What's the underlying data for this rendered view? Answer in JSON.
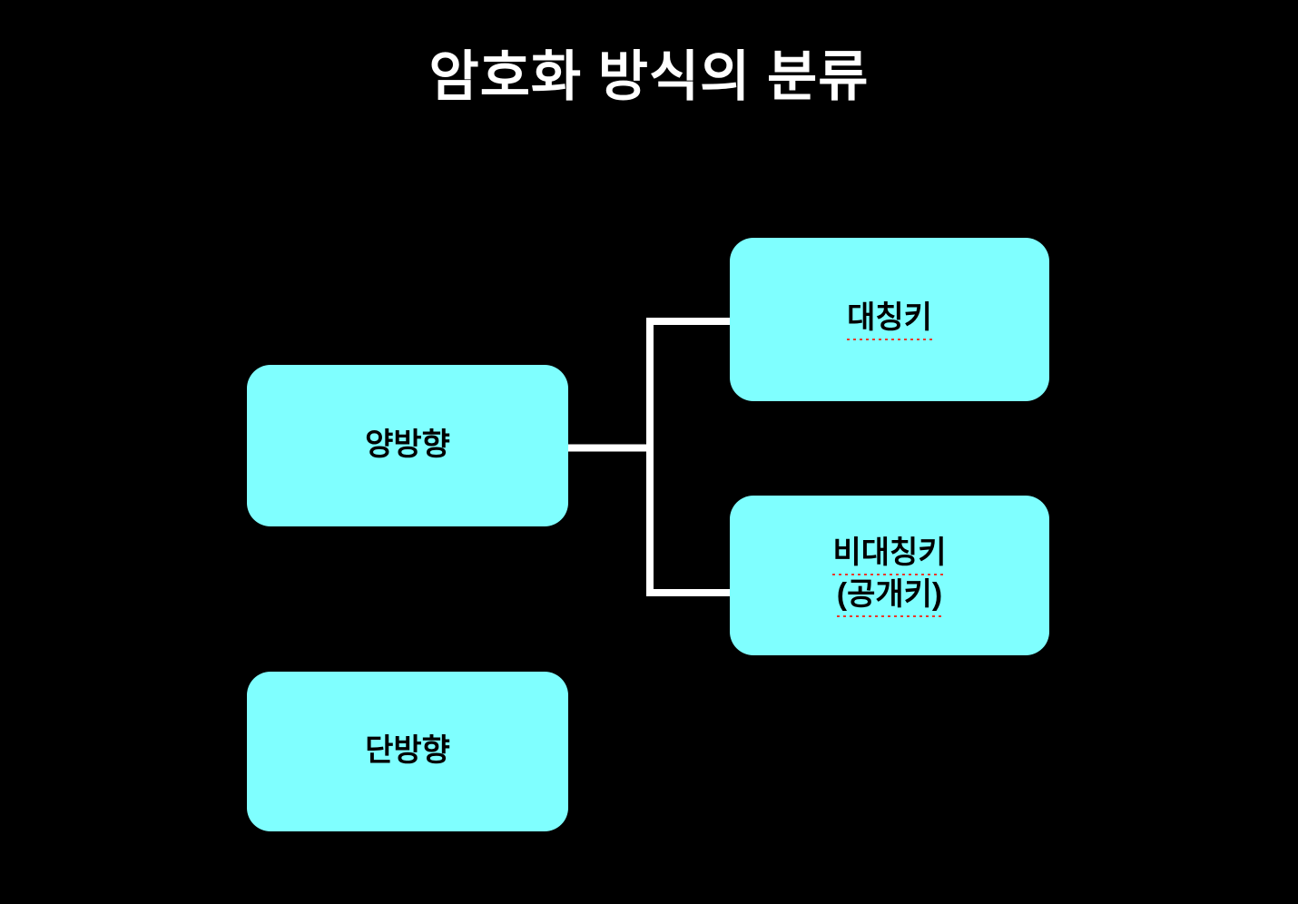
{
  "slide": {
    "title": "암호화 방식의 분류",
    "background_color": "#000000",
    "title_color": "#ffffff",
    "node_fill_color": "#7FFFFF",
    "node_text_color": "#000000",
    "connector_color": "#ffffff",
    "spellcheck_underline_color": "#e8392c"
  },
  "nodes": {
    "two_way": {
      "label": "양방향",
      "spellchecked": false
    },
    "one_way": {
      "label": "단방향",
      "spellchecked": false
    },
    "symmetric_key": {
      "label": "대칭키",
      "spellchecked": true
    },
    "asymmetric_key": {
      "line1": "비대칭키",
      "line2": "(공개키)",
      "spellchecked": true
    }
  },
  "connectors": [
    {
      "from": "양방향",
      "to": "대칭키"
    },
    {
      "from": "양방향",
      "to": "비대칭키"
    }
  ]
}
